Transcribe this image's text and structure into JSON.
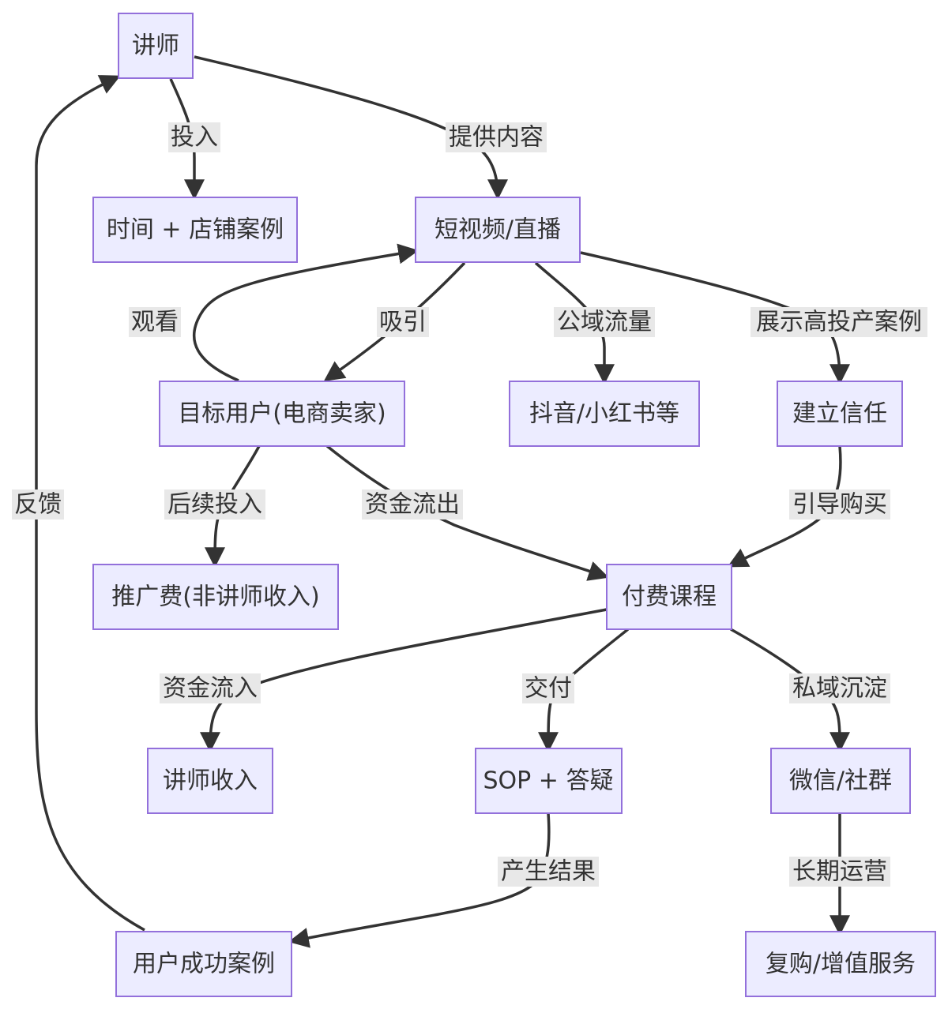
{
  "nodes": {
    "lecturer": "讲师",
    "time_cases": "时间 + 店铺案例",
    "short_video": "短视频/直播",
    "target_users": "目标用户(电商卖家)",
    "douyin": "抖音/小红书等",
    "build_trust": "建立信任",
    "promo_fee": "推广费(非讲师收入)",
    "paid_course": "付费课程",
    "lecturer_income": "讲师收入",
    "sop_qa": "SOP + 答疑",
    "wechat": "微信/社群",
    "success_cases": "用户成功案例",
    "repurchase": "复购/增值服务"
  },
  "edges": {
    "invest": "投入",
    "provide_content": "提供内容",
    "watch": "观看",
    "attract": "吸引",
    "public_traffic": "公域流量",
    "show_cases": "展示高投产案例",
    "followup_invest": "后续投入",
    "money_out": "资金流出",
    "guide_purchase": "引导购买",
    "money_in": "资金流入",
    "deliver": "交付",
    "private_domain": "私域沉淀",
    "produce_results": "产生结果",
    "long_term_ops": "长期运营",
    "feedback": "反馈"
  }
}
